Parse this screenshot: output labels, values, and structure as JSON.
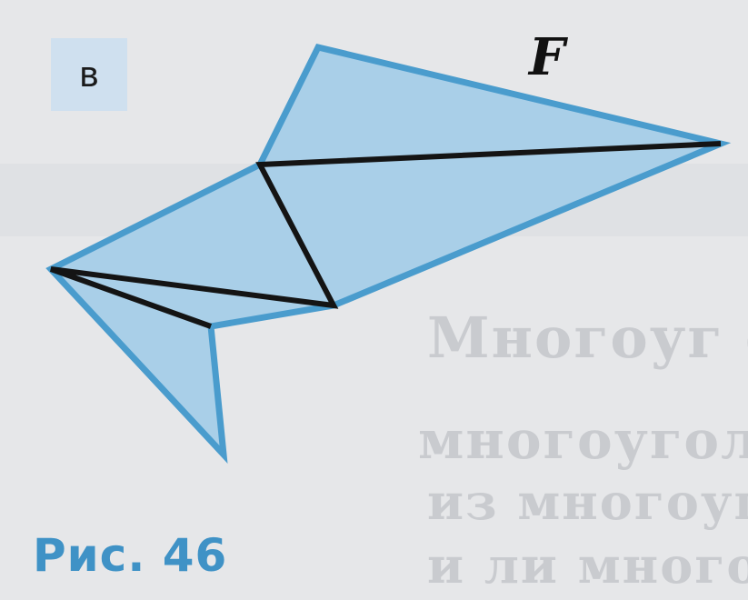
{
  "panel_label": "в",
  "figure_letter": "F",
  "caption": "Рис. 46",
  "colors": {
    "fill": "#a9cfe8",
    "outline": "#4a9ccd",
    "diagonal": "#141414",
    "caption": "#3f92c6"
  }
}
